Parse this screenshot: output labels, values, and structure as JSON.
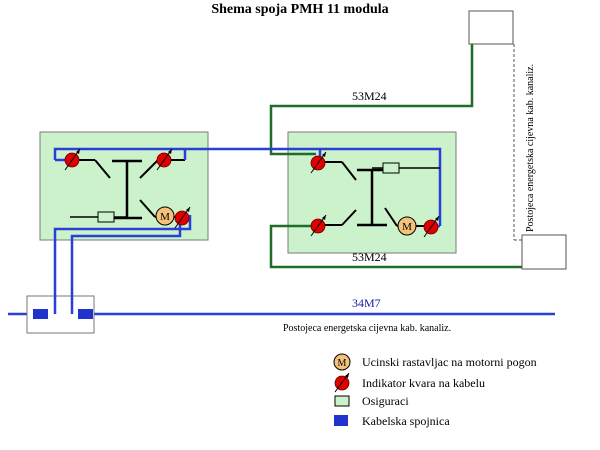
{
  "title": "Shema  spoja  PMH 11  modula",
  "labels": {
    "cable_top": "53M24",
    "cable_bottom": "53M24",
    "cable_main": "34M7",
    "conduit_bottom": "Postojeca energetska cijevna kab. kanaliz.",
    "conduit_vertical": "Postojeca energetska cijevna kab. kanaliz."
  },
  "motor_symbol": "M",
  "legend": [
    {
      "icon": "motor-icon",
      "text": "Ucinski rastavljac na motorni pogon"
    },
    {
      "icon": "fault-indicator-icon",
      "text": "Indikator kvara na kabelu"
    },
    {
      "icon": "fuse-icon",
      "text": "Osiguraci"
    },
    {
      "icon": "cable-joint-icon",
      "text": "Kabelska spojnica"
    }
  ],
  "colors": {
    "blue_cable": "#2a3fd8",
    "green_cable": "#1e6e2a",
    "module_fill": "#ccf2cc",
    "indicator_red": "#e00000",
    "motor_fill": "#f5c27a",
    "joint_blue": "#2233cc"
  }
}
